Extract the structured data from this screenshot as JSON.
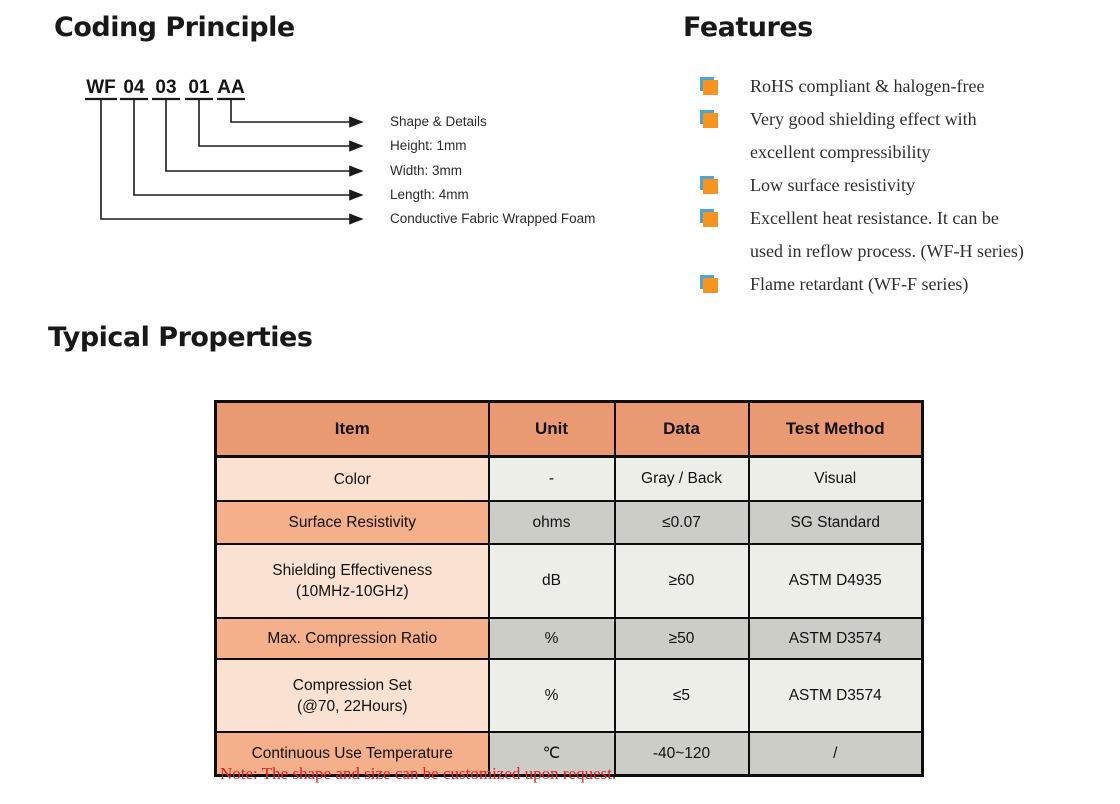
{
  "coding_principle": {
    "title": "Coding Principle",
    "code_parts": [
      "WF",
      "04",
      "03",
      "01",
      "AA"
    ],
    "labels": [
      "Shape & Details",
      "Height: 1mm",
      "Width: 3mm",
      "Length: 4mm",
      "Conductive Fabric Wrapped Foam"
    ]
  },
  "features": {
    "title": "Features",
    "items": [
      {
        "lines": [
          "RoHS compliant & halogen-free"
        ]
      },
      {
        "lines": [
          "Very good shielding effect with",
          "excellent compressibility"
        ]
      },
      {
        "lines": [
          "Low surface resistivity"
        ]
      },
      {
        "lines": [
          "Excellent heat resistance. It can be",
          "used in reflow process. (WF-H series)"
        ]
      },
      {
        "lines": [
          "Flame retardant (WF-F series)"
        ]
      }
    ],
    "bullet_colors": {
      "orange": "#F7941E",
      "blue": "#4BA5D8"
    }
  },
  "typical_properties": {
    "title": "Typical Properties",
    "table": {
      "headers": [
        "Item",
        "Unit",
        "Data",
        "Test Method"
      ],
      "rows": [
        {
          "item_lines": [
            "Color"
          ],
          "unit": "-",
          "data": "Gray / Back",
          "method": "Visual"
        },
        {
          "item_lines": [
            "Surface Resistivity"
          ],
          "unit": "ohms",
          "data": "≤0.07",
          "method": "SG Standard"
        },
        {
          "item_lines": [
            "Shielding Effectiveness",
            "(10MHz-10GHz)"
          ],
          "unit": "dB",
          "data": "≥60",
          "method": "ASTM D4935"
        },
        {
          "item_lines": [
            "Max. Compression Ratio"
          ],
          "unit": "%",
          "data": "≥50",
          "method": "ASTM D3574"
        },
        {
          "item_lines": [
            "Compression Set",
            "(@70, 22Hours)"
          ],
          "unit": "%",
          "data": "≤5",
          "method": "ASTM D3574"
        },
        {
          "item_lines": [
            "Continuous Use Temperature"
          ],
          "unit": "℃",
          "data": "-40~120",
          "method": "/"
        }
      ],
      "colors": {
        "header_bg": "#EA9A73",
        "item_light": "#FBE1D2",
        "item_medium": "#F3B08B",
        "cell_light": "#EDEEE8",
        "cell_medium": "#CCCDC7",
        "border": "#0d0d0d"
      }
    }
  },
  "note": {
    "text": "Note: The shape and size can be customized upon request.",
    "color": "#E02020"
  }
}
